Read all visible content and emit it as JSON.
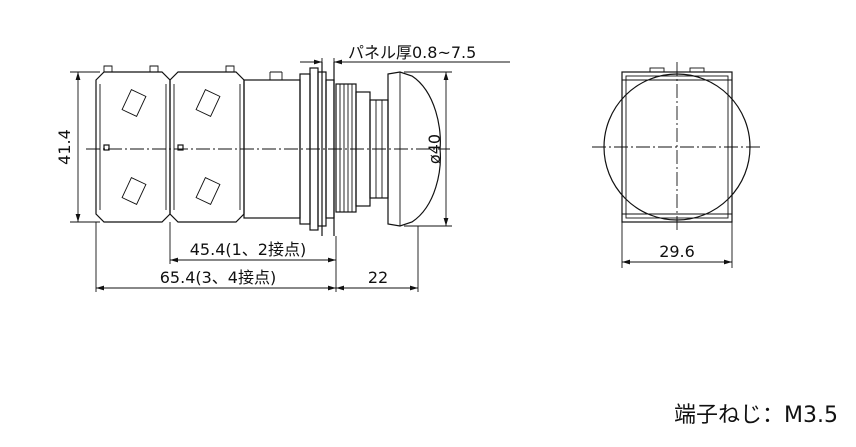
{
  "side_view": {
    "dim_panel": "パネル厚0.8~7.5",
    "dim_height": "41.4",
    "dim_diameter": "ø40",
    "dim_length_12": "45.4(1、2接点)",
    "dim_length_34": "65.4(3、4接点)",
    "dim_button": "22"
  },
  "front_view": {
    "dim_width": "29.6"
  },
  "note": "端子ねじ：M3.5"
}
